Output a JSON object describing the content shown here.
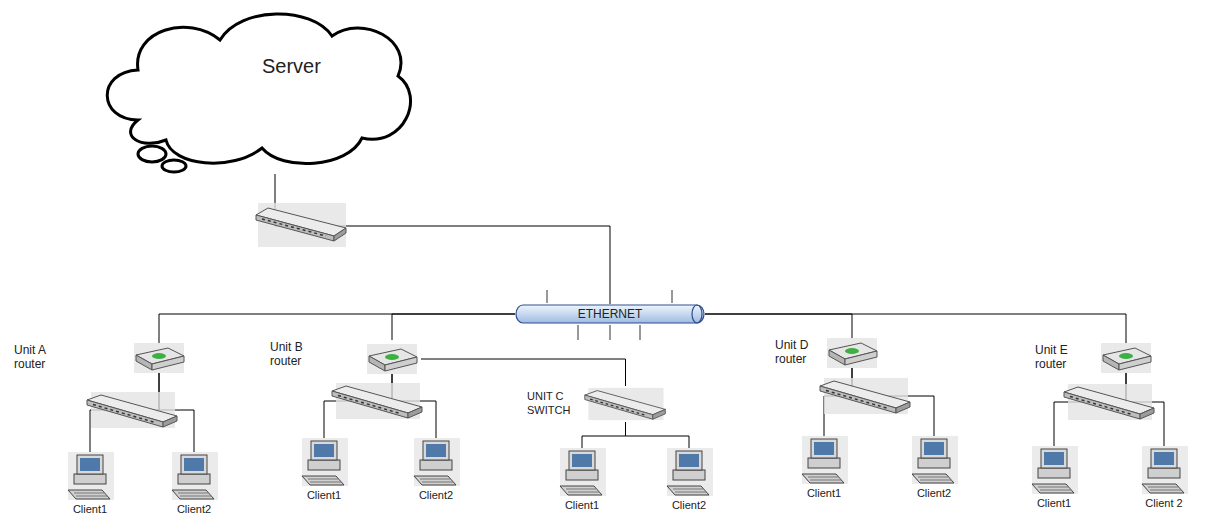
{
  "diagram": {
    "nodes": [
      {
        "text": [
          "Server"
        ]
      },
      {
        "text": [
          "ETHERNET"
        ]
      },
      {
        "text": [
          "Unit A router"
        ]
      },
      {
        "text": [
          "Client1"
        ]
      },
      {
        "text": [
          "Client2"
        ]
      },
      {
        "text": [
          "Unit B router"
        ]
      },
      {
        "text": [
          "Client1"
        ]
      },
      {
        "text": [
          "Client2"
        ]
      },
      {
        "text": [
          "UNIT C SWITCH"
        ]
      },
      {
        "text": [
          "Client1"
        ]
      },
      {
        "text": [
          "Client2"
        ]
      },
      {
        "text": [
          "Unit D router"
        ]
      },
      {
        "text": [
          "Client1"
        ]
      },
      {
        "text": [
          "Client2"
        ]
      },
      {
        "text": [
          "Unit E router"
        ]
      },
      {
        "text": [
          "Client1"
        ]
      },
      {
        "text": [
          "Client 2"
        ]
      }
    ],
    "edges": [
      {
        "from": 0,
        "to": 1,
        "arrow": "none"
      },
      {
        "from": 1,
        "to": 2,
        "arrow": "none"
      },
      {
        "from": 1,
        "to": 5,
        "arrow": "none"
      },
      {
        "from": 1,
        "to": 11,
        "arrow": "none"
      },
      {
        "from": 1,
        "to": 14,
        "arrow": "none"
      },
      {
        "from": 5,
        "to": 8,
        "arrow": "none"
      },
      {
        "from": 2,
        "to": 3,
        "arrow": "none"
      },
      {
        "from": 2,
        "to": 4,
        "arrow": "none"
      },
      {
        "from": 5,
        "to": 6,
        "arrow": "none"
      },
      {
        "from": 5,
        "to": 7,
        "arrow": "none"
      },
      {
        "from": 8,
        "to": 9,
        "arrow": "none"
      },
      {
        "from": 8,
        "to": 10,
        "arrow": "none"
      },
      {
        "from": 11,
        "to": 12,
        "arrow": "none"
      },
      {
        "from": 11,
        "to": 13,
        "arrow": "none"
      },
      {
        "from": 14,
        "to": 15,
        "arrow": "none"
      },
      {
        "from": 14,
        "to": 16,
        "arrow": "none"
      }
    ]
  }
}
